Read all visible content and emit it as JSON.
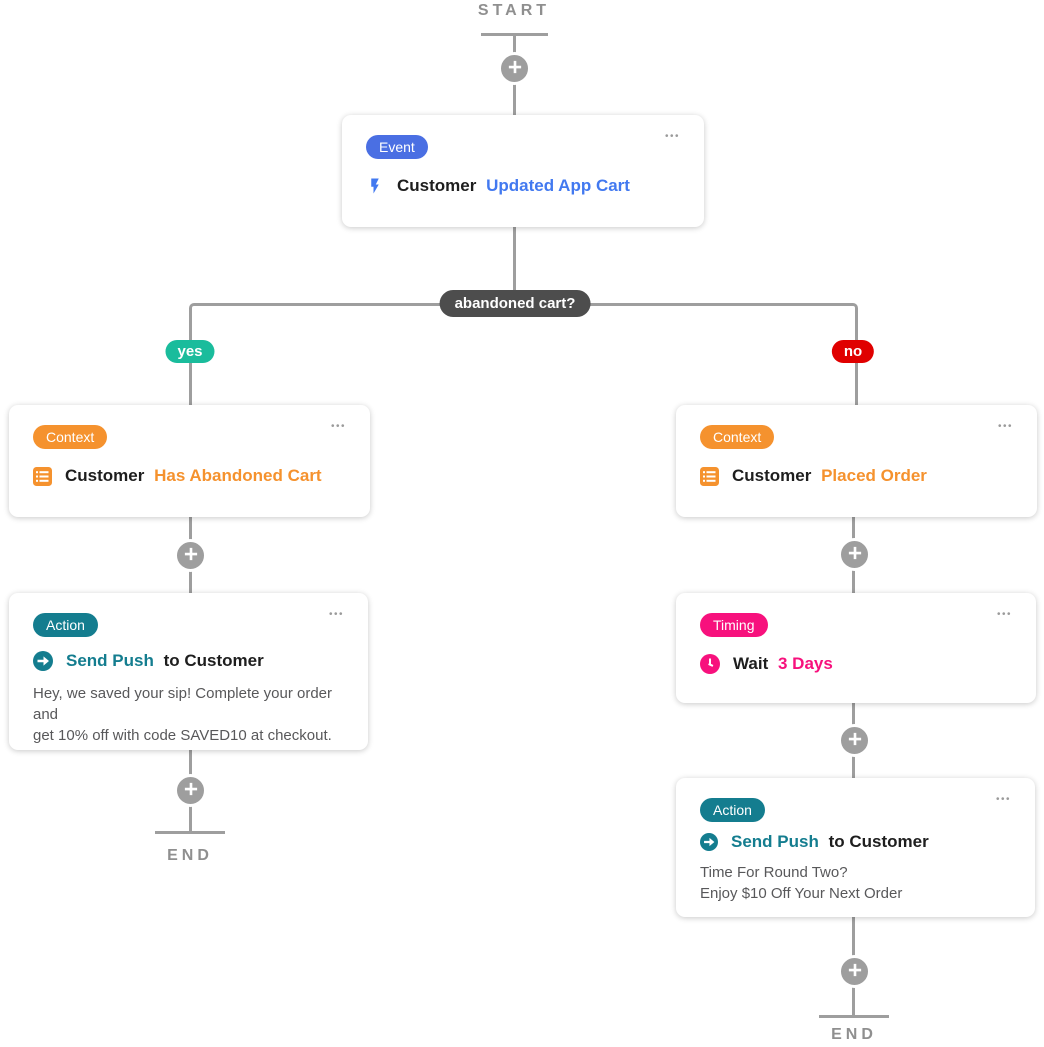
{
  "flow": {
    "start_label": "START",
    "end_label": "END",
    "branch_question": "abandoned cart?",
    "branch_yes": "yes",
    "branch_no": "no"
  },
  "icons": {
    "more_options": "•••",
    "event": "lightning-bolt",
    "context": "list",
    "action": "arrow-right-circle",
    "timing": "clock",
    "add": "plus"
  },
  "colors": {
    "event_badge_blue": "#4a6fe3",
    "event_text_blue": "#4279f0",
    "context_orange": "#f5922e",
    "action_teal": "#147d8f",
    "timing_pink": "#f7117d",
    "yes_green": "#1abc9c",
    "no_red": "#e00000",
    "connector_gray": "#9e9e9e",
    "branch_pill_dark": "#4d4d4d",
    "card_bg": "#ffffff"
  },
  "cards": {
    "event": {
      "badge": "Event",
      "title_plain": "Customer",
      "title_highlight": "Updated App Cart"
    },
    "context_yes": {
      "badge": "Context",
      "title_plain": "Customer",
      "title_highlight": "Has Abandoned Cart"
    },
    "action_yes": {
      "badge": "Action",
      "title_highlight": "Send Push",
      "title_plain": "to Customer",
      "desc": [
        "Hey, we saved your sip! Complete your order and",
        "get 10% off with code SAVED10 at checkout."
      ]
    },
    "context_no": {
      "badge": "Context",
      "title_plain": "Customer",
      "title_highlight": "Placed Order"
    },
    "timing": {
      "badge": "Timing",
      "title_plain": "Wait",
      "title_highlight": "3 Days"
    },
    "action_no": {
      "badge": "Action",
      "title_highlight": "Send Push",
      "title_plain": "to Customer",
      "desc": [
        "Time For Round Two?",
        "Enjoy $10 Off Your Next Order"
      ]
    }
  }
}
